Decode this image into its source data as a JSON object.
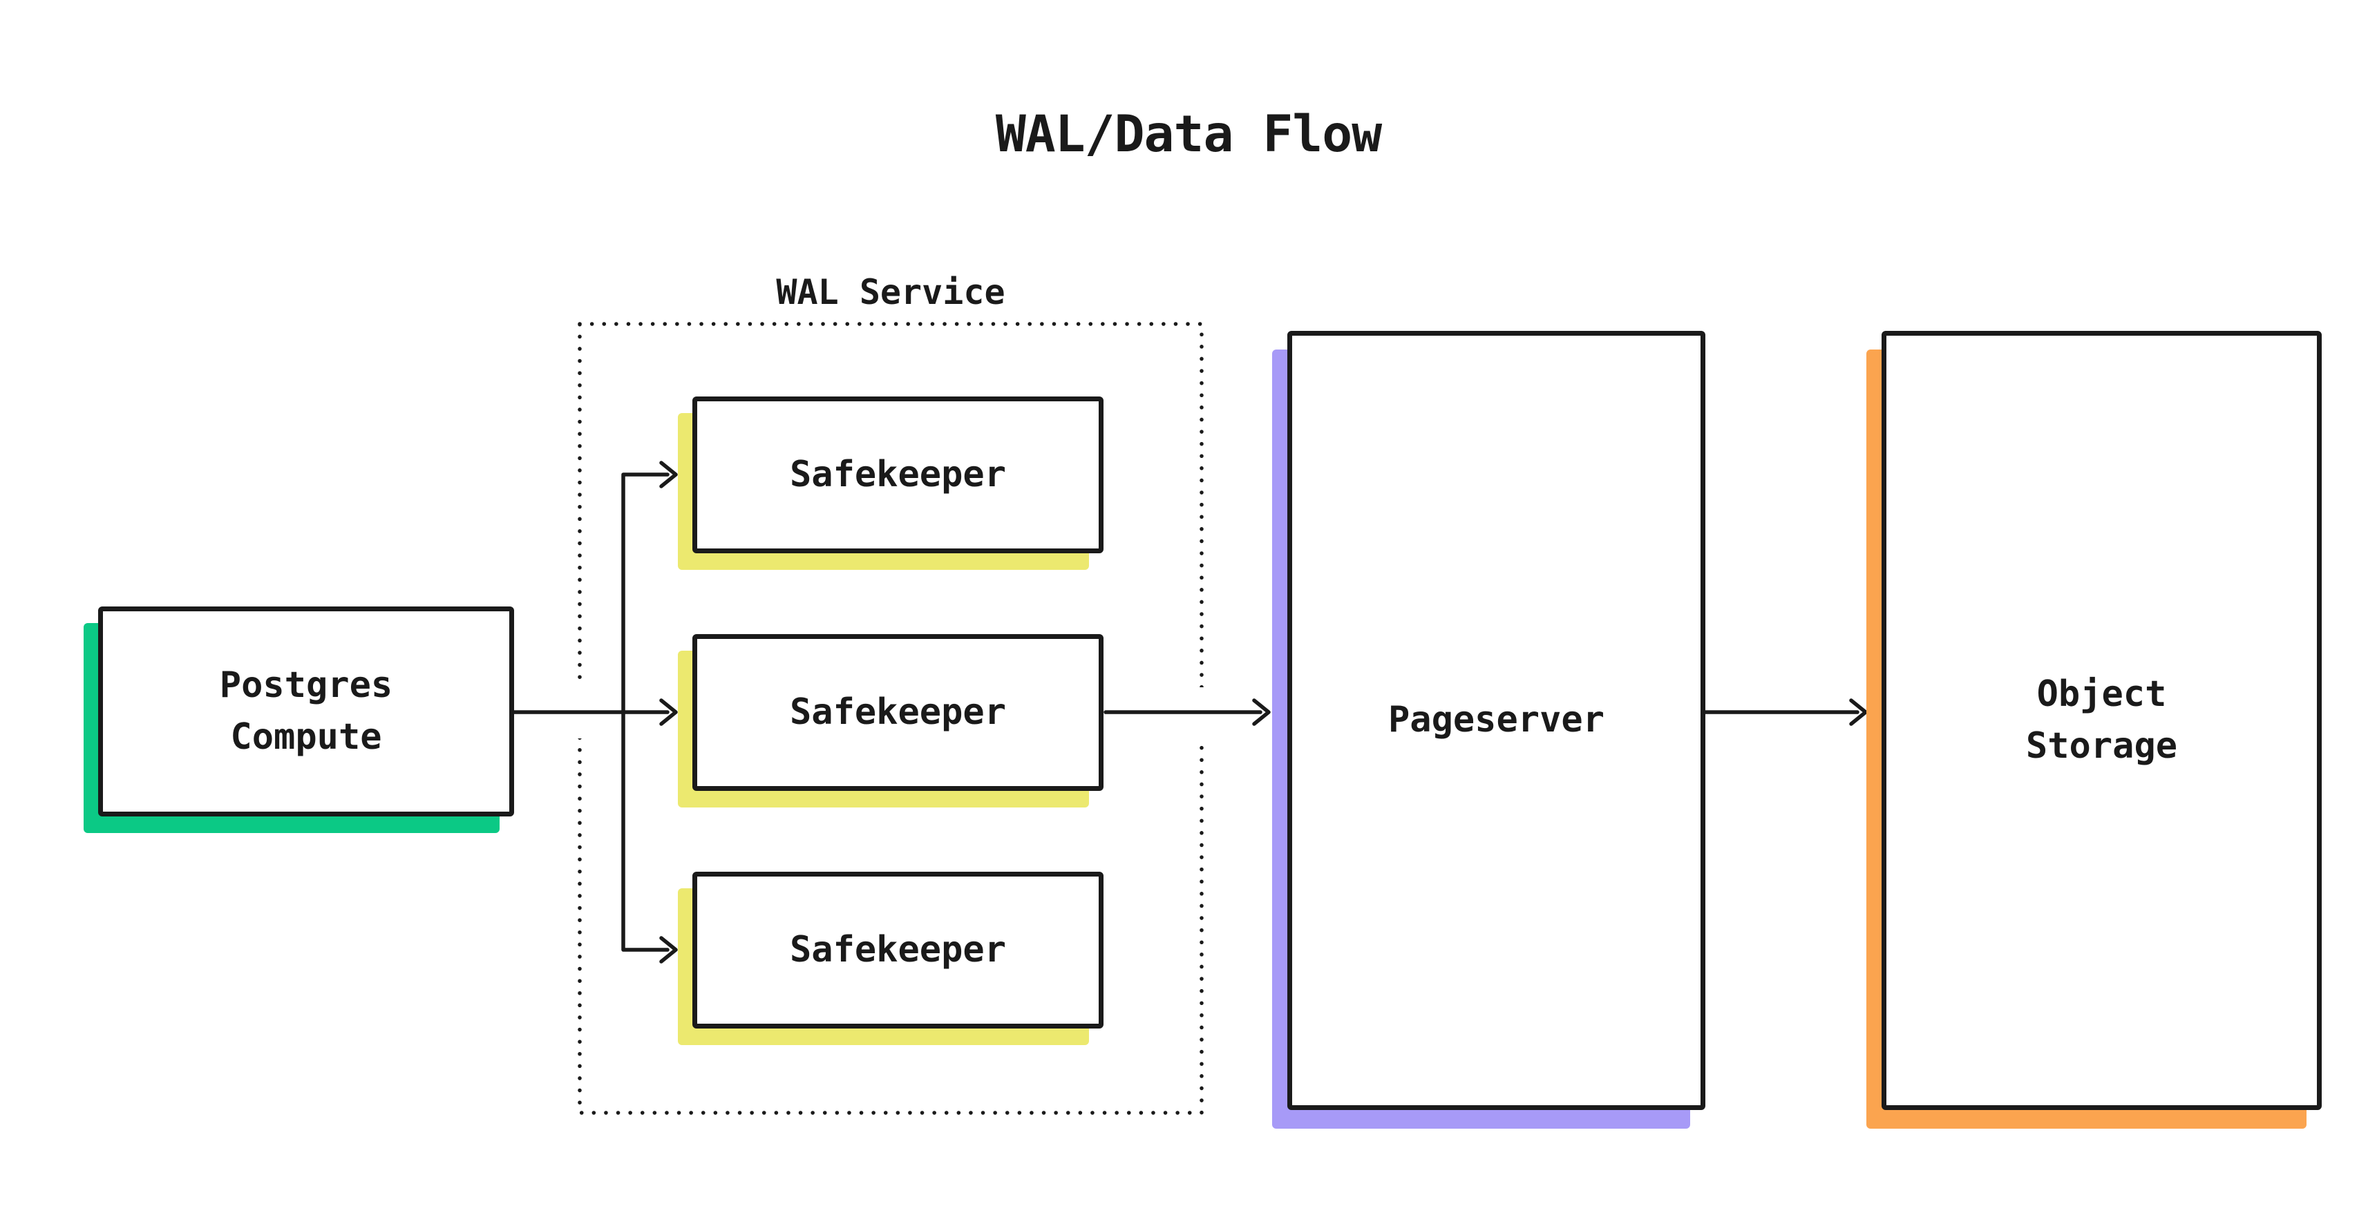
{
  "title": "WAL/Data Flow",
  "canvas": {
    "background": "#ffffff",
    "ink": "#1a1a1a"
  },
  "group": {
    "label": "WAL Service",
    "border_style": "dotted",
    "border_color": "#1a1a1a"
  },
  "nodes": {
    "postgres_compute": {
      "label": "Postgres\nCompute",
      "accent": "#0bc985"
    },
    "safekeeper_1": {
      "label": "Safekeeper",
      "accent": "#ece96f"
    },
    "safekeeper_2": {
      "label": "Safekeeper",
      "accent": "#ece96f"
    },
    "safekeeper_3": {
      "label": "Safekeeper",
      "accent": "#ece96f"
    },
    "pageserver": {
      "label": "Pageserver",
      "accent": "#a79af7"
    },
    "object_storage": {
      "label": "Object\nStorage",
      "accent": "#fba44f"
    }
  },
  "edges": [
    {
      "from": "postgres_compute",
      "to": "safekeeper_1"
    },
    {
      "from": "postgres_compute",
      "to": "safekeeper_2"
    },
    {
      "from": "postgres_compute",
      "to": "safekeeper_3"
    },
    {
      "from": "safekeeper_2",
      "to": "pageserver"
    },
    {
      "from": "pageserver",
      "to": "object_storage"
    }
  ]
}
